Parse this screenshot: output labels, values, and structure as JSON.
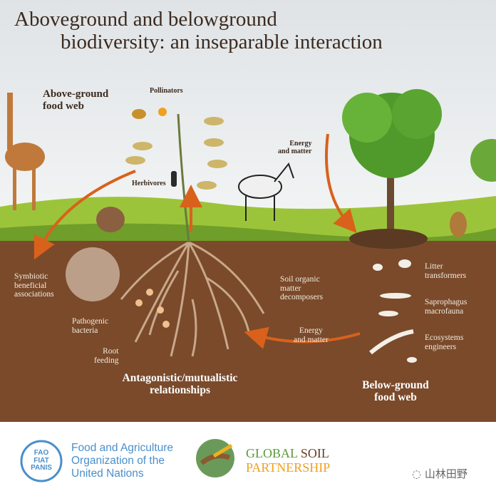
{
  "title": {
    "line1": "Aboveground and belowground",
    "line2": "biodiversity: an inseparable interaction"
  },
  "labels": {
    "above_ground_food_web": "Above-ground\nfood web",
    "pollinators": "Pollinators",
    "herbivores": "Herbivores",
    "energy_and_matter_top": "Energy\nand matter",
    "symbiotic": "Symbiotic\nbeneficial\nassociations",
    "pathogenic": "Pathogenic\nbacteria",
    "root_feeding": "Root\nfeeding",
    "antagonistic": "Antagonistic/mutualistic\nrelationships",
    "decomposers": "Soil organic\nmatter\ndecomposers",
    "energy_and_matter_bottom": "Energy\nand matter",
    "litter": "Litter\ntransformers",
    "saprophagus": "Saprophagus\nmacrofauna",
    "engineers": "Ecosystems\nengineers",
    "below_ground_food_web": "Below-ground\nfood web"
  },
  "footer": {
    "fao_logo_letters": "FAO FIAT PANIS",
    "fao_name": "Food and Agriculture\nOrganization of the\nUnited Nations",
    "gsp_line1a": "GLOBAL",
    "gsp_line1b": "SOIL",
    "gsp_line2": "PARTNERSHIP",
    "watermark": "山林田野"
  },
  "colors": {
    "soil": "#7a4a2b",
    "arrow": "#d9611c",
    "fao_blue": "#4a8fcb",
    "gsp_green": "#5a9a3a",
    "gsp_brown": "#6b3d20",
    "gsp_orange": "#f0a020"
  }
}
